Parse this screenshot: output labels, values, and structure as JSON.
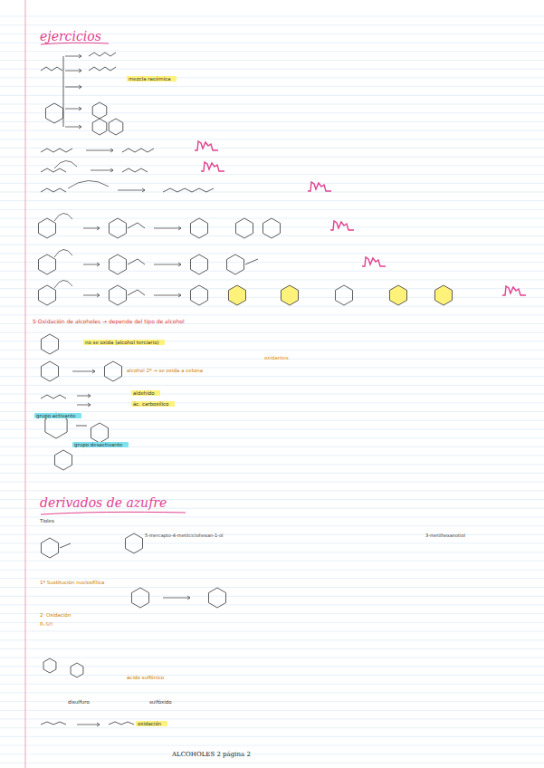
{
  "diagram": {
    "title": "ejercicios",
    "nodes": [
      {
        "text": [
          "mezcla racémica"
        ]
      },
      {
        "text": [
          "no se oxida (alcohol terciario)"
        ]
      },
      {
        "text": [
          "aldehído"
        ]
      },
      {
        "text": [
          "ác. carboxílico"
        ]
      },
      {
        "text": [
          "grupo activante"
        ]
      },
      {
        "text": [
          "grupo desactivante"
        ]
      },
      {
        "text": [
          "oxidación"
        ]
      }
    ],
    "labels": [
      "5·Oxidación de alcoholes → depende del tipo de alcohol",
      "alcohol 2º → se oxida a cetona",
      "oxidantes",
      "derivados de azufre",
      "Tioles",
      "5-mercapto-4-metilciclohexan-1-ol",
      "3-metilhexanotiol",
      "1º Sustitución nucleofílica",
      "2· Oxidación",
      "R–SH",
      "ácido sulfónico",
      "disulfuro",
      "sulfóxido",
      "ALCOHOLES 2 página 2"
    ]
  }
}
